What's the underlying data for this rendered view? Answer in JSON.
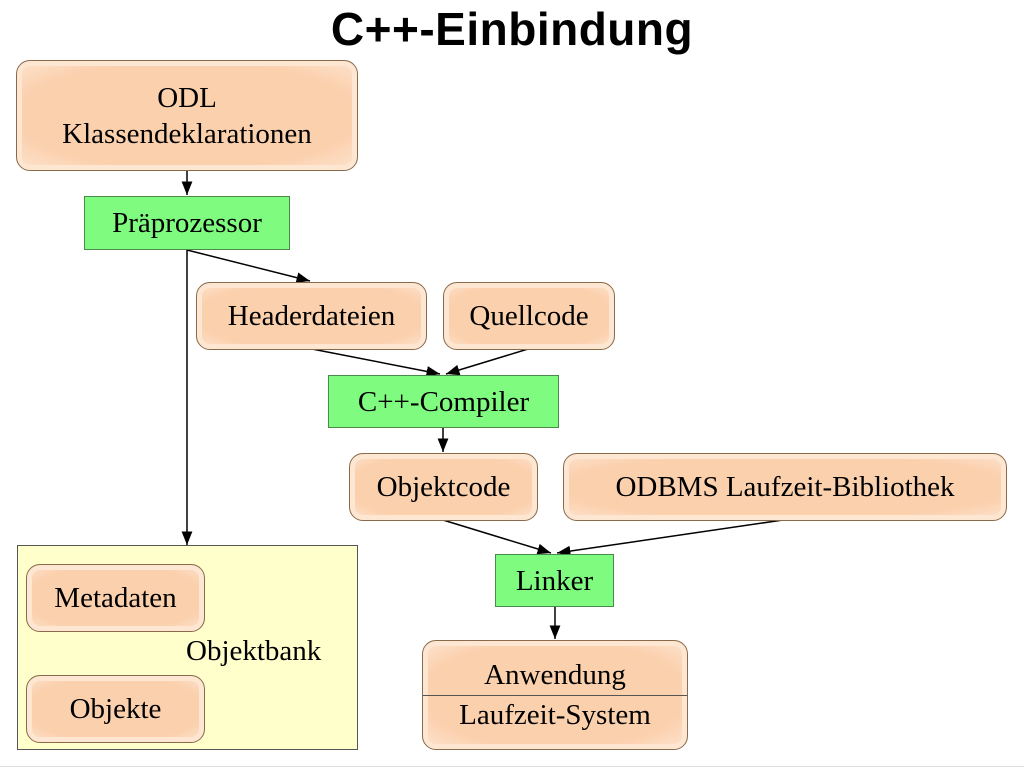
{
  "title": "C++-Einbindung",
  "nodes": {
    "odl": {
      "line1": "ODL",
      "line2": "Klassendeklarationen"
    },
    "preprocessor": "Präprozessor",
    "headers": "Headerdateien",
    "source": "Quellcode",
    "compiler": "C++-Compiler",
    "objectcode": "Objektcode",
    "runtime_lib": "ODBMS Laufzeit-Bibliothek",
    "linker": "Linker",
    "application": {
      "top": "Anwendung",
      "bottom": "Laufzeit-System"
    }
  },
  "database": {
    "label": "Objektbank",
    "metadata": "Metadaten",
    "objects": "Objekte"
  },
  "colors": {
    "file_fill": "#fbd0ad",
    "process_fill": "#7ffc7f",
    "database_fill": "#ffffcc"
  }
}
